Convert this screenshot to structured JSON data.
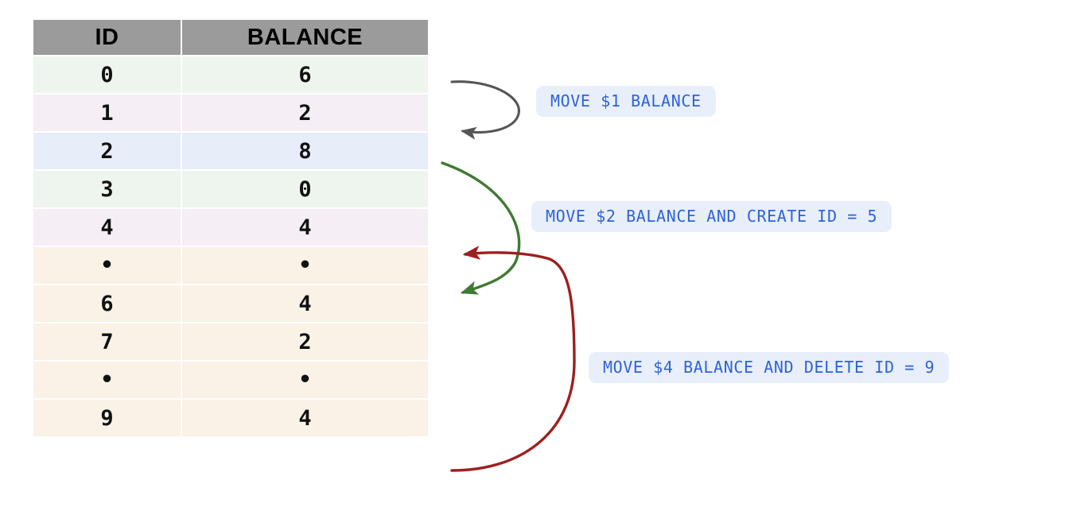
{
  "table": {
    "headers": [
      "ID",
      "BALANCE"
    ],
    "rows": [
      {
        "id": "0",
        "balance": "6",
        "tint": "green"
      },
      {
        "id": "1",
        "balance": "2",
        "tint": "pink"
      },
      {
        "id": "2",
        "balance": "8",
        "tint": "blue"
      },
      {
        "id": "3",
        "balance": "0",
        "tint": "green"
      },
      {
        "id": "4",
        "balance": "4",
        "tint": "pink"
      },
      {
        "id": "•",
        "balance": "•",
        "tint": "cream"
      },
      {
        "id": "6",
        "balance": "4",
        "tint": "cream"
      },
      {
        "id": "7",
        "balance": "2",
        "tint": "cream"
      },
      {
        "id": "•",
        "balance": "•",
        "tint": "cream"
      },
      {
        "id": "9",
        "balance": "4",
        "tint": "cream"
      }
    ]
  },
  "annotations": [
    {
      "id": "move1",
      "text": "MOVE $1 BALANCE",
      "arrow_color": "#555555"
    },
    {
      "id": "move2",
      "text": "MOVE $2 BALANCE AND CREATE ID = 5",
      "arrow_color": "#3f7a32"
    },
    {
      "id": "move3",
      "text": "MOVE $4 BALANCE AND DELETE ID = 9",
      "arrow_color": "#9c2020"
    }
  ],
  "colors": {
    "header_bg": "#9b9b9b",
    "row_green": "#eef5ee",
    "row_pink": "#f5eef4",
    "row_blue": "#e7edf9",
    "row_cream": "#faf1e7",
    "pill_bg": "#e8effb",
    "pill_text": "#2f62d8",
    "arrow_gray": "#555555",
    "arrow_green": "#3f7a32",
    "arrow_red": "#9c2020"
  }
}
